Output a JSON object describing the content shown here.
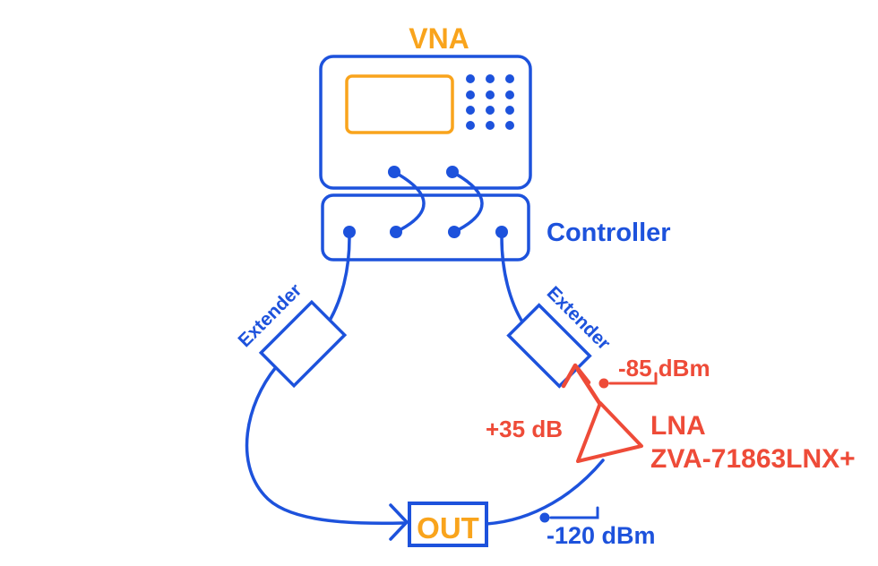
{
  "colors": {
    "blue": "#1d52dc",
    "orange": "#f9a41c",
    "red": "#ee4b38",
    "background": "#ffffff"
  },
  "devices": {
    "vna": {
      "label": "VNA"
    },
    "controller": {
      "label": "Controller"
    },
    "extender_left": {
      "label": "Extender"
    },
    "extender_right": {
      "label": "Extender"
    },
    "lna": {
      "name": "LNA",
      "model": "ZVA-71863LNX+",
      "gain": "+35 dB"
    },
    "out_port": {
      "label": "OUT"
    }
  },
  "measurements": {
    "lna_output_power": "-85 dBm",
    "out_power": "-120 dBm"
  }
}
